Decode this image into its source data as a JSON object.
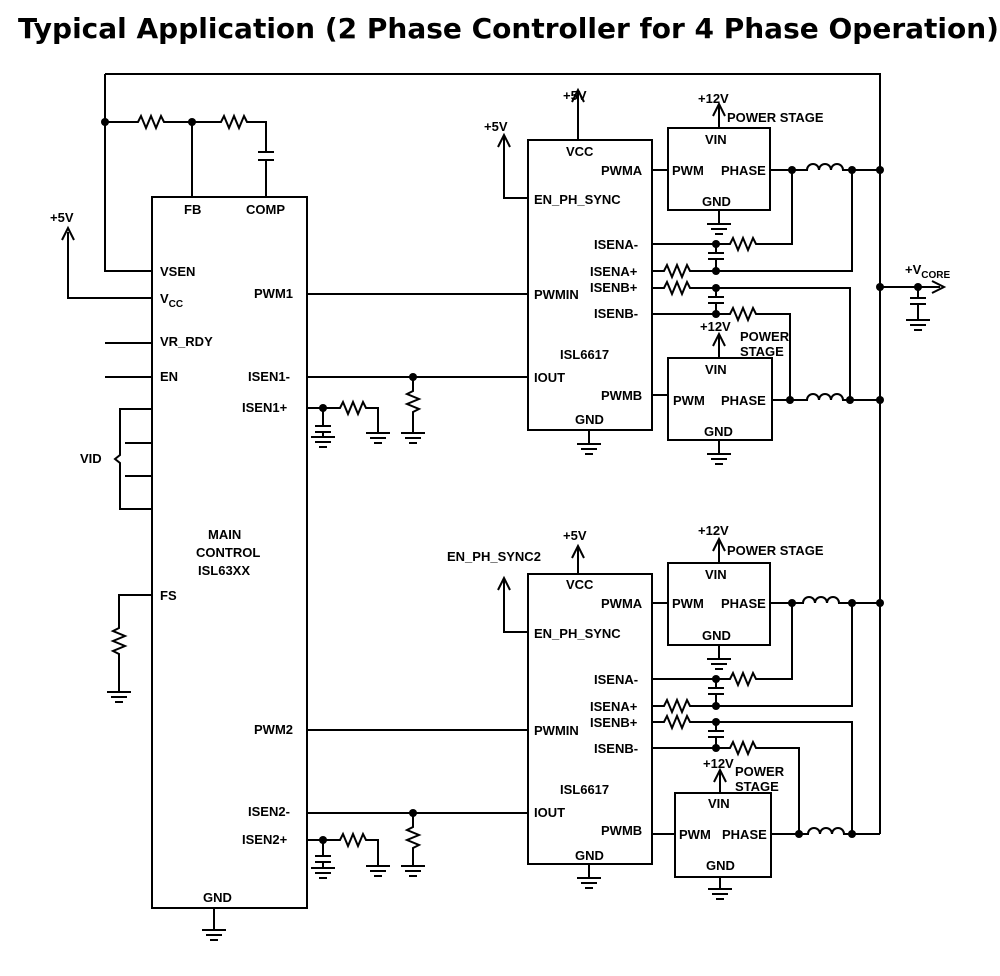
{
  "title": "Typical Application (2 Phase Controller for 4 Phase Operation)",
  "main_controller": {
    "name": [
      "MAIN",
      "CONTROL",
      "ISL63XX"
    ],
    "pins": {
      "fb": "FB",
      "comp": "COMP",
      "vsen": "VSEN",
      "vcc_v": "V",
      "vcc_sub": "CC",
      "vr_rdy": "VR_RDY",
      "en": "EN",
      "pwm1": "PWM1",
      "isen1_minus": "ISEN1-",
      "isen1_plus": "ISEN1+",
      "vid": "VID",
      "fs": "FS",
      "pwm2": "PWM2",
      "isen2_minus": "ISEN2-",
      "isen2_plus": "ISEN2+",
      "gnd": "GND"
    },
    "supply": "+5V"
  },
  "isl6617_top": {
    "name": "ISL6617",
    "pins": {
      "vcc": "VCC",
      "en_ph_sync": "EN_PH_SYNC",
      "pwma": "PWMA",
      "isena_minus": "ISENA-",
      "isena_plus": "ISENA+",
      "isenb_plus": "ISENB+",
      "pwmin": "PWMIN",
      "isenb_minus": "ISENB-",
      "iout": "IOUT",
      "pwmb": "PWMB",
      "gnd": "GND"
    },
    "vcc_supply": "+5V",
    "en_supply": "+5V"
  },
  "isl6617_bottom": {
    "name": "ISL6617",
    "pins": {
      "vcc": "VCC",
      "en_ph_sync": "EN_PH_SYNC",
      "pwma": "PWMA",
      "isena_minus": "ISENA-",
      "isena_plus": "ISENA+",
      "isenb_plus": "ISENB+",
      "pwmin": "PWMIN",
      "isenb_minus": "ISENB-",
      "iout": "IOUT",
      "pwmb": "PWMB",
      "gnd": "GND"
    },
    "vcc_supply": "+5V",
    "en_signal": "EN_PH_SYNC2"
  },
  "power_stages": {
    "vin": "VIN",
    "pwm": "PWM",
    "phase": "PHASE",
    "gnd": "GND",
    "supply": "+12V",
    "label_inline": "POWER STAGE",
    "label_stacked": [
      "POWER",
      "STAGE"
    ]
  },
  "output": {
    "v": "+V",
    "sub": "CORE"
  }
}
